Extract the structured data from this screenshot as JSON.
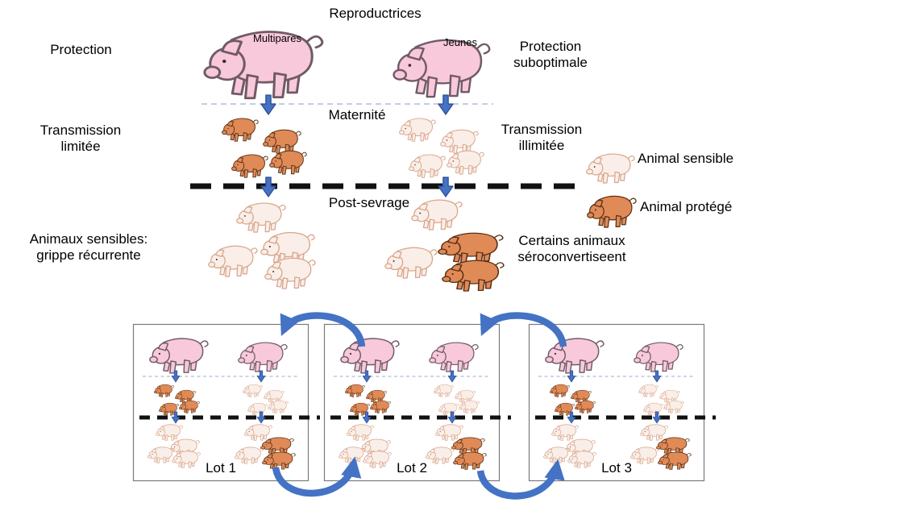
{
  "figure": {
    "title": "Reproductrices",
    "maternity_label": "Maternité",
    "post_weaning_label": "Post-sevrage"
  },
  "sows": {
    "multiparous": "Multipares",
    "young": "Jeunes"
  },
  "annotations": {
    "left_protection": "Protection",
    "left_transmission": "Transmission limitée",
    "left_outcome": "Animaux sensibles: grippe récurrente",
    "right_protection": "Protection suboptimale",
    "right_transmission": "Transmission illimitée",
    "right_outcome": "Certains animaux séroconvertiseent"
  },
  "legend": {
    "susceptible": "Animal sensible",
    "protected": "Animal protégé"
  },
  "lots": [
    {
      "label": "Lot 1"
    },
    {
      "label": "Lot 2"
    },
    {
      "label": "Lot 3"
    }
  ],
  "colors": {
    "sow-pink": "#f8c8db",
    "protected-orange": "#e08a58",
    "susceptible-pale": "#faeee8",
    "arrow-blue": "#4472c4",
    "arrow-blue-dark": "#2d4f92",
    "dash-blue": "#b3bbd8"
  }
}
